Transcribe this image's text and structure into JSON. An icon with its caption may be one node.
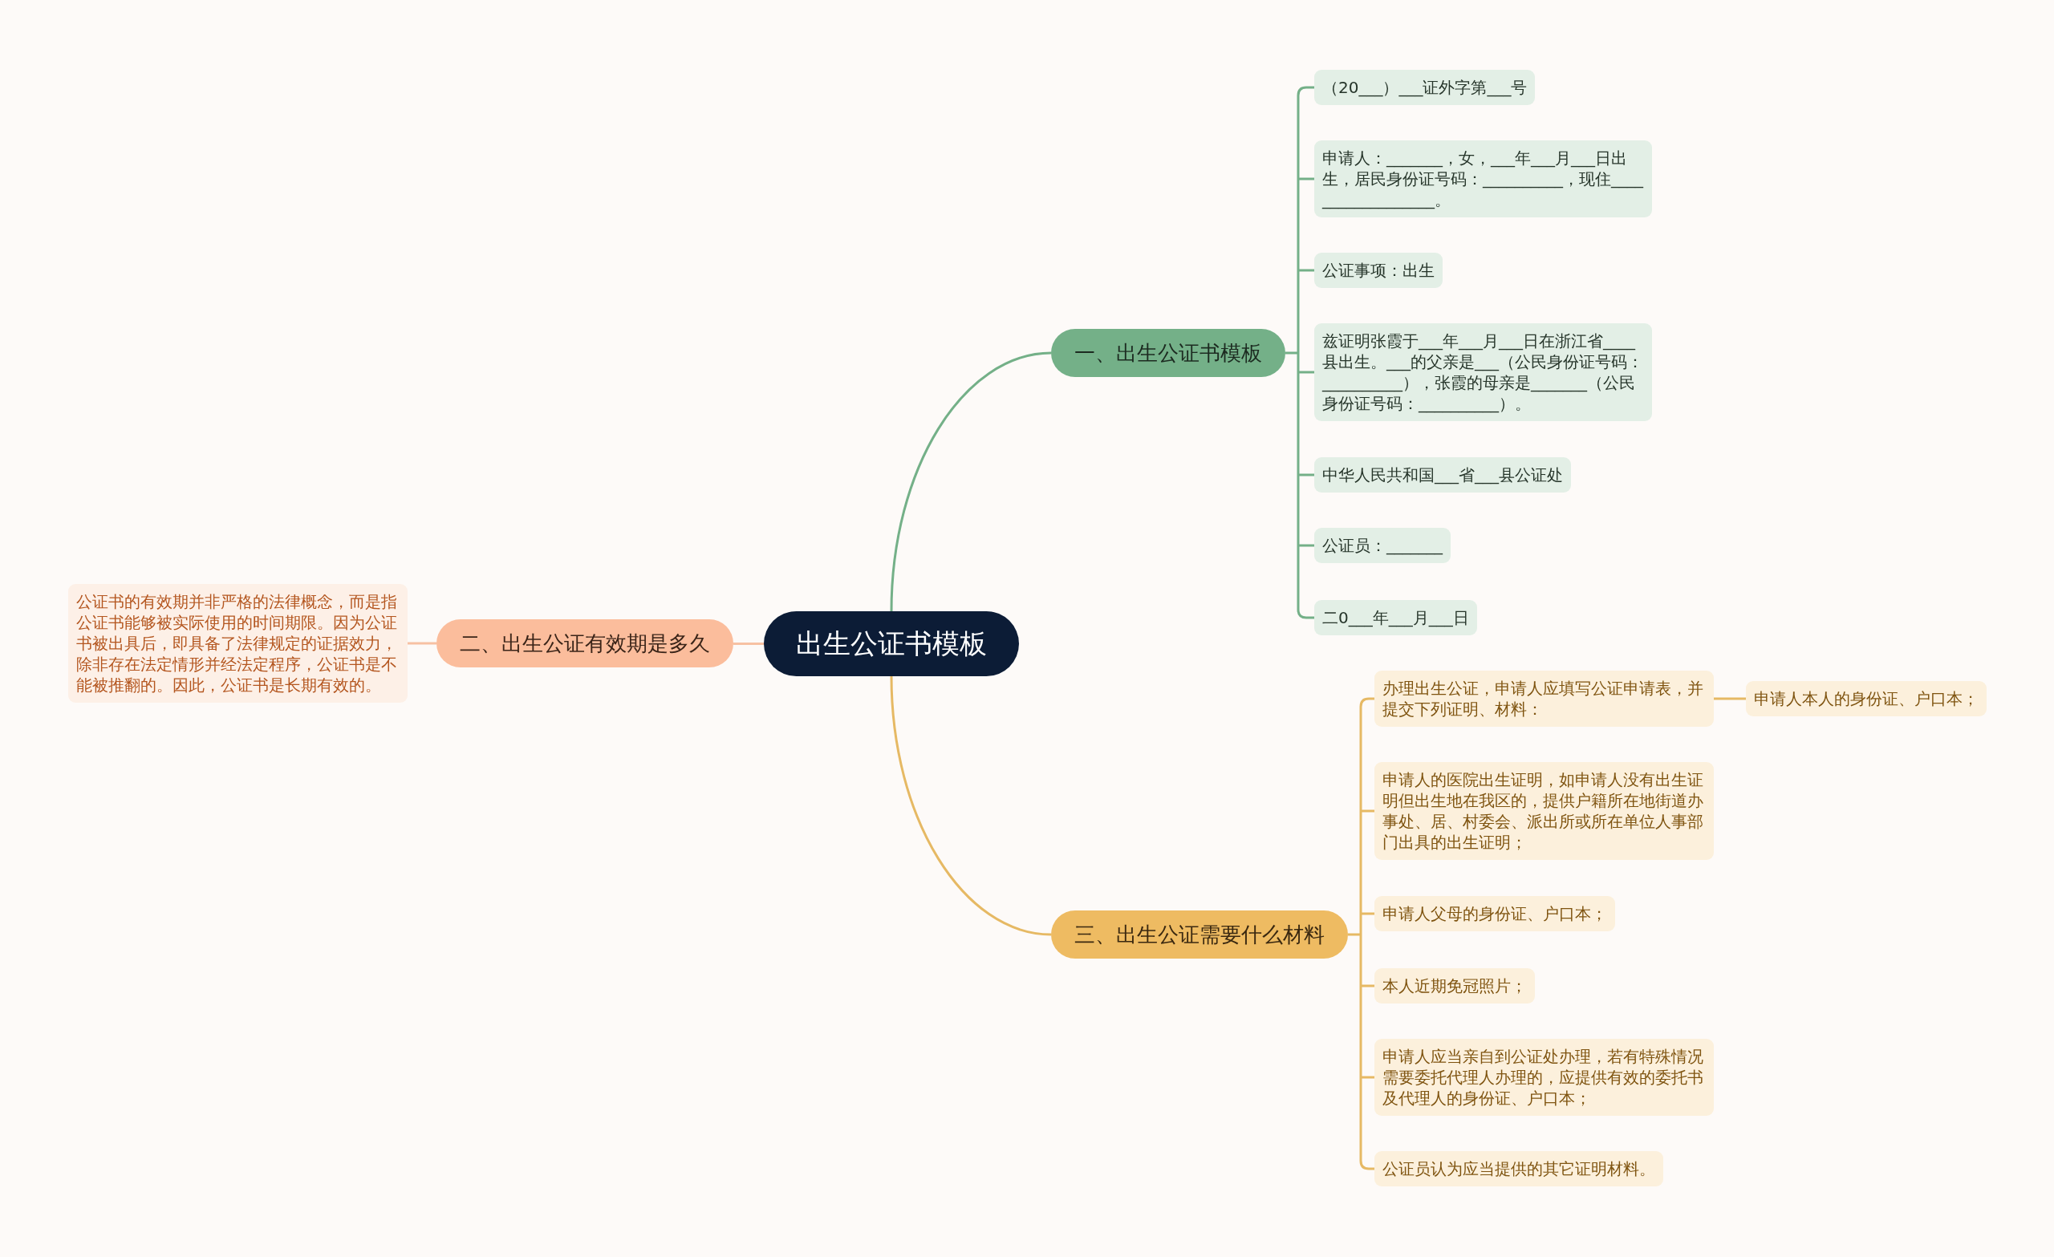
{
  "diagram": {
    "nodes": [
      {
        "text": [
          "出生公证书模板"
        ]
      },
      {
        "text": [
          "一、出生公证书模板"
        ]
      },
      {
        "text": [
          "（20___）___证外字第___号"
        ]
      },
      {
        "text": [
          "申请人：_______，女，___年___月___日出生，居民身份证号码：__________，现住__________________。"
        ]
      },
      {
        "text": [
          "公证事项：出生"
        ]
      },
      {
        "text": [
          "兹证明张霞于___年___月___日在浙江省____县出生。___的父亲是___（公民身份证号码：__________），张霞的母亲是_______（公民身份证号码：__________）。"
        ]
      },
      {
        "text": [
          "中华人民共和国___省___县公证处"
        ]
      },
      {
        "text": [
          "公证员：_______"
        ]
      },
      {
        "text": [
          "二0___年___月___日"
        ]
      },
      {
        "text": [
          "二、出生公证有效期是多久"
        ]
      },
      {
        "text": [
          "公证书的有效期并非严格的法律概念，而是指公证书能够被实际使用的时间期限。因为公证书被出具后，即具备了法律规定的证据效力，除非存在法定情形并经法定程序，公证书是不能被推翻的。因此，公证书是长期有效的。"
        ]
      },
      {
        "text": [
          "三、出生公证需要什么材料"
        ]
      },
      {
        "text": [
          "办理出生公证，申请人应填写公证申请表，并提交下列证明、材料："
        ]
      },
      {
        "text": [
          "申请人本人的身份证、户口本；"
        ]
      },
      {
        "text": [
          "申请人的医院出生证明，如申请人没有出生证明但出生地在我区的，提供户籍所在地街道办事处、居、村委会、派出所或所在单位人事部门出具的出生证明；"
        ]
      },
      {
        "text": [
          "申请人父母的身份证、户口本；"
        ]
      },
      {
        "text": [
          "本人近期免冠照片；"
        ]
      },
      {
        "text": [
          "申请人应当亲自到公证处办理，若有特殊情况需要委托代理人办理的，应提供有效的委托书及代理人的身份证、户口本；"
        ]
      },
      {
        "text": [
          "公证员认为应当提供的其它证明材料。"
        ]
      }
    ],
    "edges": [
      {
        "from": 0,
        "to": 1,
        "arrow": "none",
        "color": "#74b088"
      },
      {
        "from": 1,
        "to": 2,
        "arrow": "none",
        "color": "#74b088"
      },
      {
        "from": 1,
        "to": 3,
        "arrow": "none",
        "color": "#74b088"
      },
      {
        "from": 1,
        "to": 4,
        "arrow": "none",
        "color": "#74b088"
      },
      {
        "from": 1,
        "to": 5,
        "arrow": "none",
        "color": "#74b088"
      },
      {
        "from": 1,
        "to": 6,
        "arrow": "none",
        "color": "#74b088"
      },
      {
        "from": 1,
        "to": 7,
        "arrow": "none",
        "color": "#74b088"
      },
      {
        "from": 1,
        "to": 8,
        "arrow": "none",
        "color": "#74b088"
      },
      {
        "from": 0,
        "to": 9,
        "arrow": "none",
        "color": "#f7c1a3"
      },
      {
        "from": 9,
        "to": 10,
        "arrow": "none",
        "color": "#f7c1a3"
      },
      {
        "from": 0,
        "to": 11,
        "arrow": "none",
        "color": "#e6b964"
      },
      {
        "from": 11,
        "to": 12,
        "arrow": "none",
        "color": "#e6b964"
      },
      {
        "from": 12,
        "to": 13,
        "arrow": "none",
        "color": "#e6b964"
      },
      {
        "from": 11,
        "to": 14,
        "arrow": "none",
        "color": "#e6b964"
      },
      {
        "from": 11,
        "to": 15,
        "arrow": "none",
        "color": "#e6b964"
      },
      {
        "from": 11,
        "to": 16,
        "arrow": "none",
        "color": "#e6b964"
      },
      {
        "from": 11,
        "to": 17,
        "arrow": "none",
        "color": "#e6b964"
      },
      {
        "from": 11,
        "to": 18,
        "arrow": "none",
        "color": "#e6b964"
      }
    ]
  }
}
